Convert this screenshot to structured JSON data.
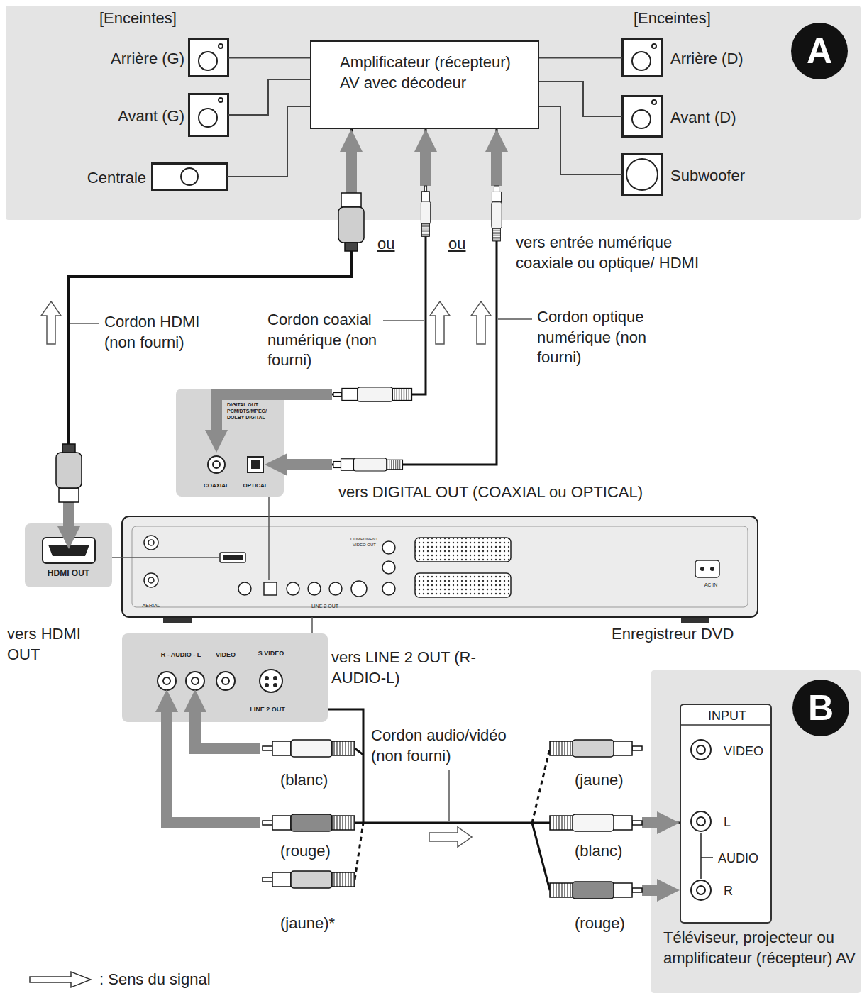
{
  "diagram": {
    "nodes": [
      {
        "text": [
          "A"
        ]
      },
      {
        "text": [
          "Amplificateur (récepteur) AV avec décodeur"
        ],
        "in": 0
      },
      {
        "text": [
          "Arrière (G)"
        ],
        "in": 0
      },
      {
        "text": [
          "Avant (G)"
        ],
        "in": 0
      },
      {
        "text": [
          "Centrale"
        ],
        "in": 0
      },
      {
        "text": [
          "Arrière (D)"
        ],
        "in": 0
      },
      {
        "text": [
          "Avant (D)"
        ],
        "in": 0
      },
      {
        "text": [
          "Subwoofer"
        ],
        "in": 0
      },
      {
        "text": [
          "Enregistreur DVD"
        ]
      },
      {
        "text": [
          "HDMI OUT"
        ]
      },
      {
        "text": [
          "DIGITAL OUT PCM/DTS/MPEG/ DOLBY DIGITAL",
          "COAXIAL",
          "OPTICAL"
        ]
      },
      {
        "text": [
          "R - AUDIO - L",
          "VIDEO",
          "S VIDEO",
          "LINE 2 OUT"
        ]
      },
      {
        "text": [
          "B",
          "Téléviseur, projecteur ou amplificateur (récepteur) AV"
        ]
      },
      {
        "text": [
          "INPUT",
          "VIDEO",
          "L",
          "AUDIO",
          "R"
        ],
        "in": 12
      }
    ],
    "edges": [
      {
        "from": 1,
        "to": 2,
        "arrow": "none"
      },
      {
        "from": 1,
        "to": 3,
        "arrow": "none"
      },
      {
        "from": 1,
        "to": 4,
        "arrow": "none"
      },
      {
        "from": 1,
        "to": 5,
        "arrow": "none"
      },
      {
        "from": 1,
        "to": 6,
        "arrow": "none"
      },
      {
        "from": 1,
        "to": 7,
        "arrow": "none"
      },
      {
        "from": 9,
        "to": 1,
        "arrow": "to"
      },
      {
        "from": 10,
        "to": 1,
        "arrow": "to"
      },
      {
        "from": 10,
        "to": 1,
        "arrow": "to"
      },
      {
        "from": 11,
        "to": 13,
        "arrow": "to"
      },
      {
        "from": 9,
        "to": 8,
        "arrow": "none"
      },
      {
        "from": 10,
        "to": 8,
        "arrow": "none"
      },
      {
        "from": 11,
        "to": 8,
        "arrow": "none"
      }
    ],
    "labels": [
      "[Enceintes]",
      "[Enceintes]",
      "ou",
      "ou",
      "vers entrée numérique coaxiale ou optique/ HDMI",
      "Cordon HDMI (non fourni)",
      "Cordon coaxial numérique (non fourni)",
      "Cordon optique numérique (non fourni)",
      "vers DIGITAL OUT (COAXIAL ou OPTICAL)",
      "vers HDMI OUT",
      "vers LINE 2 OUT (R-AUDIO-L)",
      "Cordon audio/vidéo (non fourni)",
      "(blanc)",
      "(rouge)",
      "(jaune)*",
      "(jaune)",
      "(blanc)",
      "(rouge)",
      "AERIAL",
      "LINE 2 OUT",
      "COMPONENT VIDEO OUT",
      "AC IN"
    ],
    "legend": [
      {
        "text": ": Sens du signal"
      }
    ]
  }
}
